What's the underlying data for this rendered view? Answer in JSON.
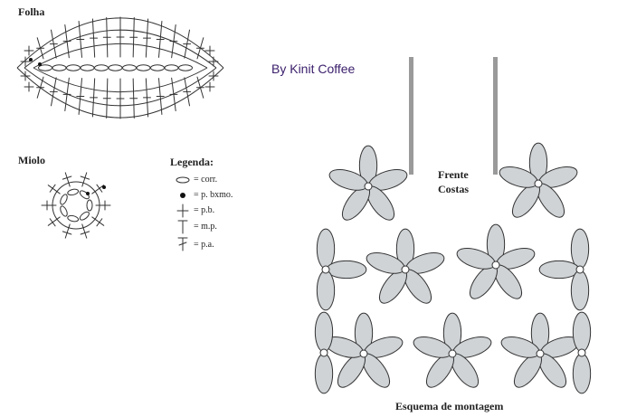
{
  "labels": {
    "folha": "Folha",
    "miolo": "Miolo",
    "credit": "By Kinit Coffee",
    "frente": "Frente",
    "costas": "Costas",
    "esquema": "Esquema de montagem"
  },
  "legend": {
    "title": "Legenda:",
    "items": [
      {
        "symbol": "oval-chain",
        "text": "= corr."
      },
      {
        "symbol": "dot",
        "text": "= p. bxmo."
      },
      {
        "symbol": "cross",
        "text": "= p.b."
      },
      {
        "symbol": "half-double",
        "text": "= m.p."
      },
      {
        "symbol": "double",
        "text": "= p.a."
      }
    ]
  },
  "colors": {
    "line": "#333333",
    "petal_fill": "#cfd3d6",
    "strap": "#9a9a9a",
    "credit": "#3a1e6b"
  }
}
